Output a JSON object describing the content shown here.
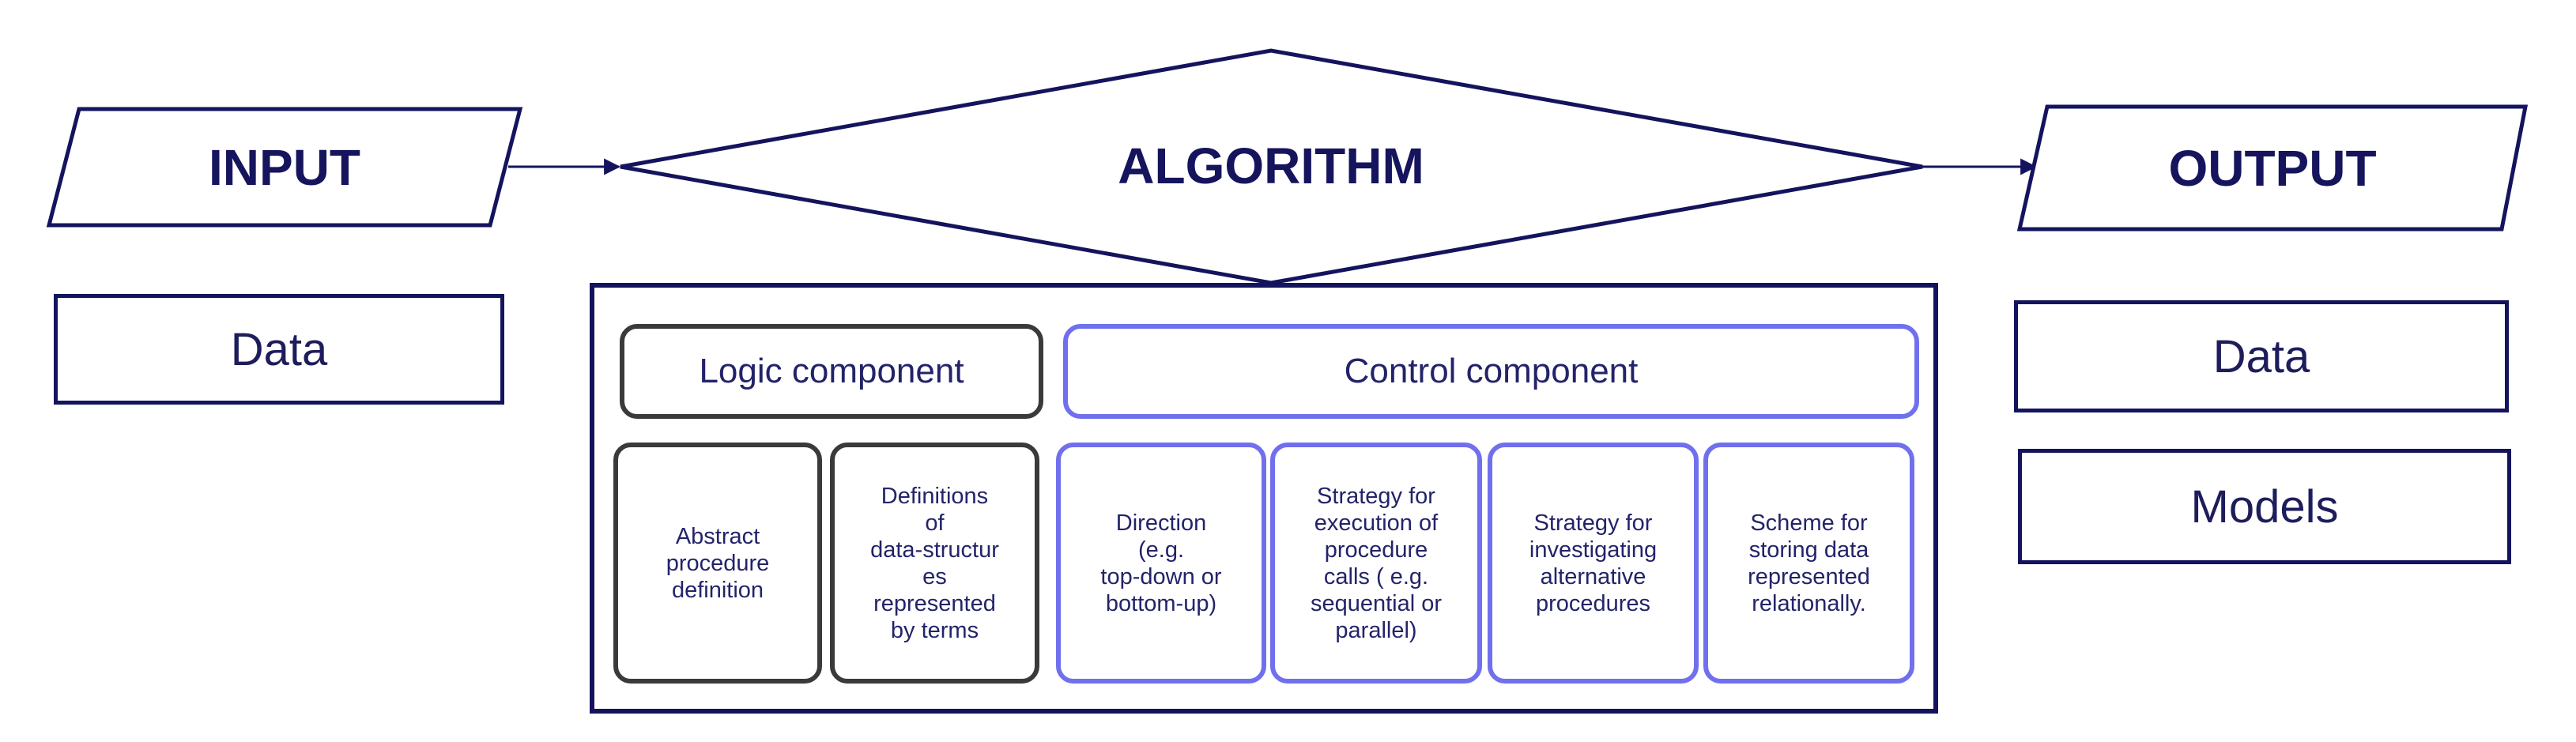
{
  "input": {
    "title": "INPUT",
    "data_label": "Data"
  },
  "algorithm": {
    "title": "ALGORITHM",
    "logic": {
      "header": "Logic component",
      "items": [
        "Abstract\nprocedure\ndefinition",
        "Definitions\nof\ndata-structur\nes\nrepresented\nby terms"
      ]
    },
    "control": {
      "header": "Control component",
      "items": [
        "Direction\n(e.g.\ntop-down or\nbottom-up)",
        "Strategy for\nexecution of\nprocedure\ncalls ( e.g.\nsequential or\nparallel)",
        "Strategy for\ninvestigating\nalternative\nprocedures",
        "Scheme for\nstoring data\nrepresented\nrelationally."
      ]
    }
  },
  "output": {
    "title": "OUTPUT",
    "data_label": "Data",
    "models_label": "Models"
  },
  "colors": {
    "navy": "#14145e",
    "text": "#23236a",
    "logic_border": "#3a3a3a",
    "control_border": "#7070ee"
  }
}
